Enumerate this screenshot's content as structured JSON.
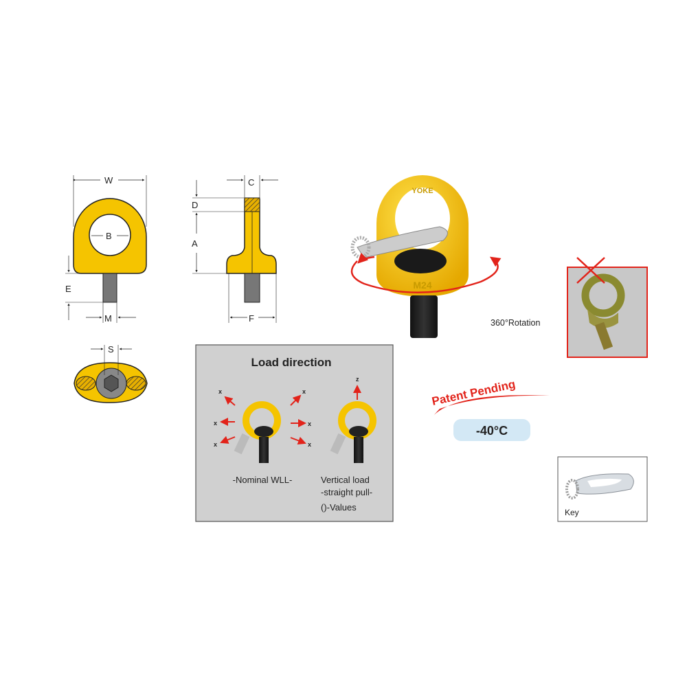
{
  "dimensions": {
    "W": "W",
    "B": "B",
    "E": "E",
    "M": "M",
    "C": "C",
    "D": "D",
    "A": "A",
    "F": "F",
    "S": "S"
  },
  "load_direction": {
    "title": "Load direction",
    "nominal_label": "-Nominal WLL-",
    "vertical_line1": "Vertical load",
    "vertical_line2": "-straight pull-",
    "vertical_line3": "()-Values",
    "axis_x": "x",
    "axis_z": "z"
  },
  "product": {
    "rotation_label": "360°Rotation",
    "engraving": "YOKE",
    "size_mark": "M24"
  },
  "patent": "Patent Pending",
  "temperature": "-40°C",
  "key_label": "Key",
  "colors": {
    "yellow": "#f5c400",
    "red": "#e2231a",
    "panel": "#d0d0d0",
    "temp_bg": "#d3e8f5"
  },
  "icons": [
    "red-x-icon",
    "rotation-arrow-icon",
    "load-arrow-icon"
  ]
}
